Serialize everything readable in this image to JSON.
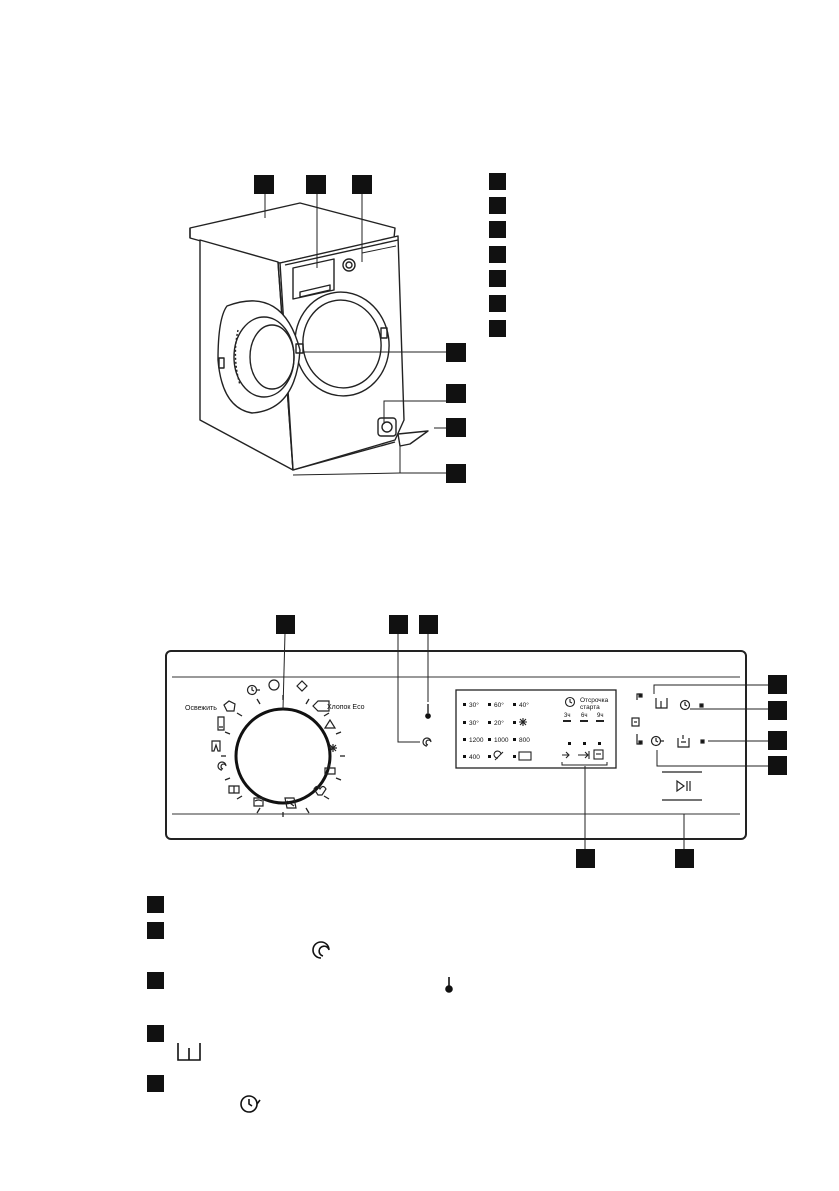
{
  "overview_figure": {
    "callout_markers": 7,
    "legend_rows": 7
  },
  "control_panel": {
    "dial_labels": {
      "left_top": "Освежить",
      "right_top": "Хлопок Eco"
    },
    "display": {
      "temperature_row1": [
        "30°",
        "60°",
        "40°"
      ],
      "temperature_row2": [
        "30°",
        "20°"
      ],
      "spin_row1": [
        "1200",
        "1000",
        "800"
      ],
      "spin_row2": [
        "400"
      ],
      "delay_title_line1": "Отсрочка",
      "delay_title_line2": "старта",
      "delay_hours": [
        "3ч",
        "6ч",
        "9ч"
      ]
    }
  },
  "icons": [
    "cotton-shirt-icon",
    "timer-icon",
    "circle-icon",
    "mixed-icon",
    "tag-icon",
    "delicate-triangle-icon",
    "synthetics-icon",
    "baby-icon",
    "wool-icon",
    "blanket-icon",
    "bedding-icon",
    "rinse-icon",
    "spin-icon",
    "jeans-icon",
    "shirt-icon",
    "thermometer-icon",
    "prewash-icon",
    "extra-rinse-icon",
    "delay-start-icon",
    "time-save-icon",
    "lock-icon",
    "start-pause-icon"
  ]
}
